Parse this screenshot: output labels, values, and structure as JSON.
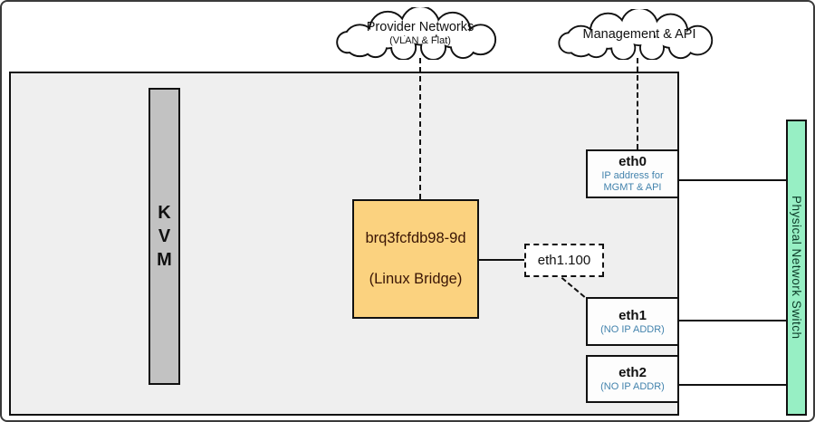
{
  "clouds": {
    "provider": {
      "title": "Provider Networks",
      "subtitle": "(VLAN & Flat)"
    },
    "management": {
      "title": "Management & API"
    }
  },
  "host": {
    "hypervisor_letters": "K\nV\nM",
    "bridge": {
      "name": "brq3fcfdb98-9d",
      "type_label": "(Linux Bridge)"
    },
    "subinterface": {
      "name": "eth1.100"
    }
  },
  "interfaces": [
    {
      "name": "eth0",
      "note": "IP address for MGMT & API"
    },
    {
      "name": "eth1",
      "note": "(NO IP ADDR)"
    },
    {
      "name": "eth2",
      "note": "(NO IP ADDR)"
    }
  ],
  "switch": {
    "label": "Physical Network Switch"
  },
  "colors": {
    "bridge_fill": "#fbd27f",
    "switch_fill": "#97efc4",
    "kvm_fill": "#c2c2c2",
    "host_fill": "#efefef",
    "note_blue": "#4383ad"
  }
}
